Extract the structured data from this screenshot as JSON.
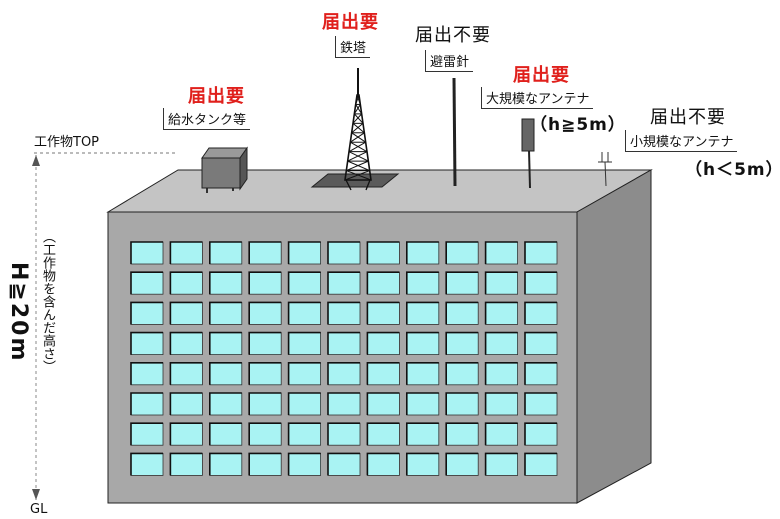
{
  "colors": {
    "required": "#e0201c",
    "building_front": "#a8a8a8",
    "building_top": "#c4c4c4",
    "building_side": "#8c8c8c",
    "window": "#a9f3f3"
  },
  "labels": {
    "tank_status": "届出要",
    "tank_item": "給水タンク等",
    "tower_status": "届出要",
    "tower_item": "鉄塔",
    "rod_status": "届出不要",
    "rod_item": "避雷針",
    "large_antenna_status": "届出要",
    "large_antenna_item": "大規模なアンテナ",
    "large_antenna_cond": "（h≧5m）",
    "small_antenna_status": "届出不要",
    "small_antenna_item": "小規模なアンテナ",
    "small_antenna_cond": "（h＜5m）",
    "top_label": "工作物TOP",
    "gl_label": "GL",
    "height_main": "H≧20m",
    "height_note": "（工作物を含んだ高さ）"
  },
  "windows": {
    "rows": 8,
    "cols": 11
  }
}
